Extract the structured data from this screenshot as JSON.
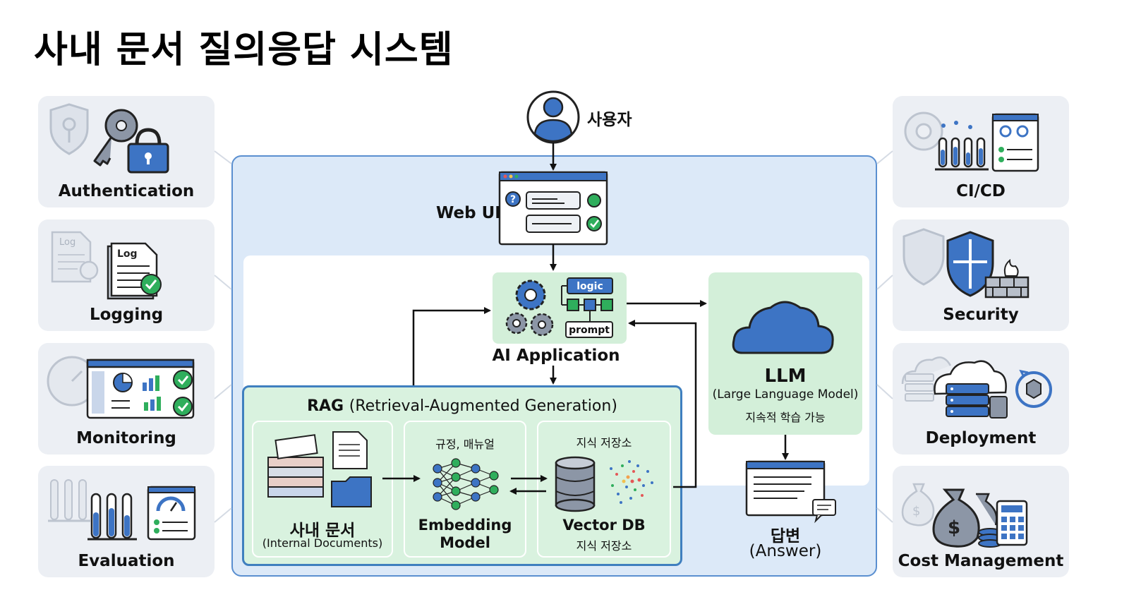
{
  "title": "사내 문서 질의응답 시스템",
  "left_cards": [
    {
      "label": "Authentication",
      "icon": "key-lock-icon"
    },
    {
      "label": "Logging",
      "icon": "log-document-icon"
    },
    {
      "label": "Monitoring",
      "icon": "dashboard-icon"
    },
    {
      "label": "Evaluation",
      "icon": "test-tubes-gauge-icon"
    }
  ],
  "right_cards": [
    {
      "label": "CI/CD",
      "icon": "pipeline-icon"
    },
    {
      "label": "Security",
      "icon": "shield-firewall-icon"
    },
    {
      "label": "Deployment",
      "icon": "cloud-server-icon"
    },
    {
      "label": "Cost Management",
      "icon": "money-bag-calculator-icon"
    }
  ],
  "flow": {
    "user": "사용자",
    "web_ui": "Web UI",
    "web_ui_bubble": "?",
    "app": {
      "label": "AI Application",
      "logic_tag": "logic",
      "prompt_tag": "prompt"
    },
    "llm": {
      "title": "LLM",
      "subtitle": "(Large Language Model)",
      "note": "지속적 학습 가능"
    },
    "answer": {
      "label": "답변",
      "sublabel": "(Answer)"
    },
    "rag": {
      "title_main": "RAG",
      "title_rest": "(Retrieval-Augmented Generation)",
      "docs": {
        "label": "사내 문서",
        "sublabel": "(Internal Documents)"
      },
      "embedding": {
        "top": "규정, 매뉴얼",
        "label_line1": "Embedding",
        "label_line2": "Model"
      },
      "vector": {
        "top": "지식 저장소",
        "label": "Vector DB",
        "sublabel": "지식 저장소"
      }
    }
  },
  "colors": {
    "accent_blue": "#3d74c4",
    "panel_blue": "#dce9f8",
    "panel_green": "#d3efd9",
    "card_gray": "#eceff4",
    "check_green": "#2fae5c"
  },
  "log_tag": "Log"
}
